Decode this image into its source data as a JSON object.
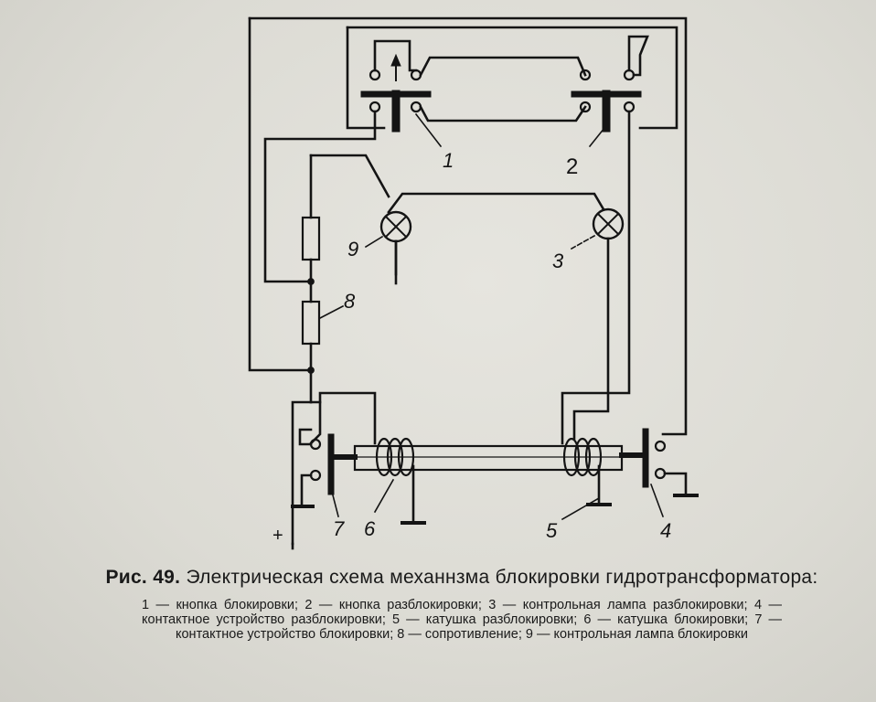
{
  "figure": {
    "title_prefix": "Рис. 49.",
    "title_text": "Электрическая схема механнзма блокировки гидротрансформатора:",
    "legend_text": "1 — кнопка блокировки; 2 — кнопка разблокировки; 3 — контрольная лампа разблокировки; 4 — контактное устройство разблокировки; 5 — катушка разблокировки; 6 — катушка блокировки; 7 — контактное устройство блокировки; 8 — сопротивление; 9 — контрольная лампа блокировки"
  },
  "labels": {
    "l1": "1",
    "l2": "2",
    "l3": "3",
    "l4": "4",
    "l5": "5",
    "l6": "6",
    "l7": "7",
    "l8": "8",
    "l9": "9",
    "plus": "+"
  },
  "legend_items": [
    {
      "num": "1",
      "text": "кнопка блокировки"
    },
    {
      "num": "2",
      "text": "кнопка разблокировки"
    },
    {
      "num": "3",
      "text": "контрольная лампа разблокировки"
    },
    {
      "num": "4",
      "text": "контактное устройство разблокировки"
    },
    {
      "num": "5",
      "text": "катушка разблокировки"
    },
    {
      "num": "6",
      "text": "катушка блокировки"
    },
    {
      "num": "7",
      "text": "контактное устройство блокировки"
    },
    {
      "num": "8",
      "text": "сопротивление"
    },
    {
      "num": "9",
      "text": "контрольная лампа блокировки"
    }
  ],
  "colors": {
    "ink": "#141414",
    "paper": "#dcdbd4"
  }
}
